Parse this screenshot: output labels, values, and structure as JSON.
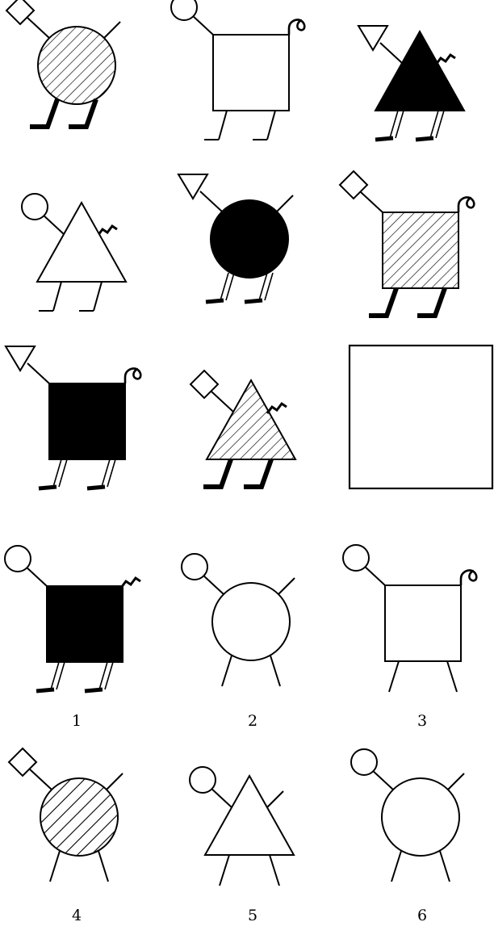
{
  "puzzle": {
    "matrix": [
      {
        "id": "cell-1-1",
        "head": "diamond",
        "body": "circle",
        "fill": "hatched",
        "legs": "thick",
        "tail": "stick"
      },
      {
        "id": "cell-1-2",
        "head": "circle",
        "body": "square",
        "fill": "white",
        "legs": "thin",
        "tail": "curl"
      },
      {
        "id": "cell-1-3",
        "head": "triangle-down",
        "body": "triangle",
        "fill": "black",
        "legs": "double",
        "tail": "wave"
      },
      {
        "id": "cell-2-1",
        "head": "circle",
        "body": "triangle",
        "fill": "white",
        "legs": "thin",
        "tail": "wave"
      },
      {
        "id": "cell-2-2",
        "head": "triangle-down",
        "body": "circle",
        "fill": "black",
        "legs": "double",
        "tail": "stick"
      },
      {
        "id": "cell-2-3",
        "head": "diamond",
        "body": "square",
        "fill": "hatched",
        "legs": "thick",
        "tail": "curl"
      },
      {
        "id": "cell-3-1",
        "head": "triangle-down",
        "body": "square",
        "fill": "black",
        "legs": "double",
        "tail": "curl"
      },
      {
        "id": "cell-3-2",
        "head": "diamond",
        "body": "triangle",
        "fill": "hatched",
        "legs": "thick",
        "tail": "wave"
      }
    ],
    "missing": {
      "id": "missing-cell"
    },
    "options": [
      {
        "label": "1",
        "head": "circle",
        "body": "square",
        "fill": "black",
        "legs": "double",
        "tail": "wave"
      },
      {
        "label": "2",
        "head": "circle",
        "body": "circle",
        "fill": "white",
        "legs": "plain",
        "tail": "stick"
      },
      {
        "label": "3",
        "head": "circle",
        "body": "square",
        "fill": "white",
        "legs": "plain",
        "tail": "curl"
      },
      {
        "label": "4",
        "head": "diamond",
        "body": "circle",
        "fill": "hatched-wide",
        "legs": "plain",
        "tail": "stick"
      },
      {
        "label": "5",
        "head": "circle",
        "body": "triangle",
        "fill": "white",
        "legs": "plain",
        "tail": "stick"
      },
      {
        "label": "6",
        "head": "circle",
        "body": "circle",
        "fill": "white",
        "legs": "plain",
        "tail": "stick"
      }
    ]
  }
}
